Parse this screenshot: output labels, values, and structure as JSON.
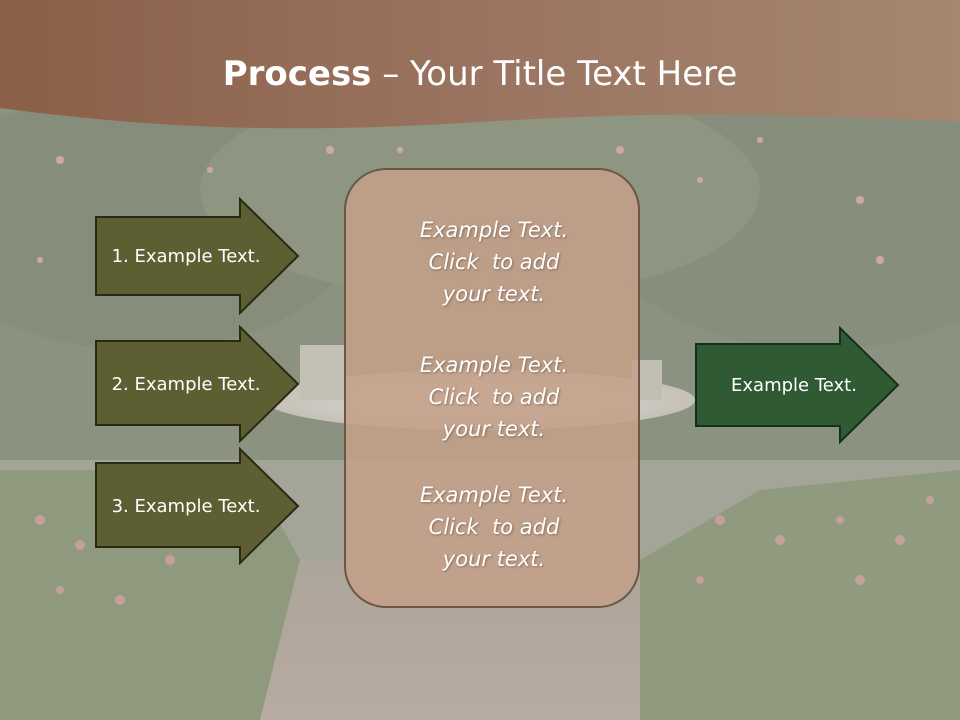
{
  "title": {
    "bold": "Process",
    "rest": " – Your Title Text Here"
  },
  "left_steps": [
    {
      "label": "1. Example Text."
    },
    {
      "label": "2. Example Text."
    },
    {
      "label": "3. Example Text."
    }
  ],
  "center_box": {
    "blocks": [
      {
        "line1": "Example Text.",
        "line2": "Click  to add",
        "line3": "your text."
      },
      {
        "line1": "Example Text.",
        "line2": "Click  to add",
        "line3": "your text."
      },
      {
        "line1": "Example Text.",
        "line2": "Click  to add",
        "line3": "your text."
      }
    ]
  },
  "right_step": {
    "label": "Example Text."
  },
  "colors": {
    "title_band": "#9a7460",
    "left_arrow_fill": "#5e5e33",
    "right_arrow_fill": "#2f5a34",
    "center_box_fill": "#c4a08a"
  }
}
